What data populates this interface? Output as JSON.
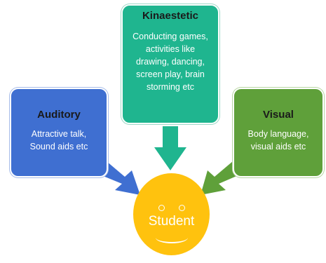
{
  "kinaesthetic": {
    "title": "Kinaestetic",
    "lines": [
      "Conducting games,",
      "activities like",
      "drawing, dancing,",
      "screen play, brain",
      "storming etc"
    ]
  },
  "auditory": {
    "title": "Auditory",
    "lines": [
      "Attractive talk,",
      "Sound aids etc"
    ]
  },
  "visual": {
    "title": "Visual",
    "lines": [
      "Body language,",
      "visual aids etc"
    ]
  },
  "center": {
    "label": "Student"
  },
  "colors": {
    "kinaesthetic": "#1fb58f",
    "auditory": "#3f6fd1",
    "visual": "#5fa03a",
    "student": "#ffc20e"
  }
}
